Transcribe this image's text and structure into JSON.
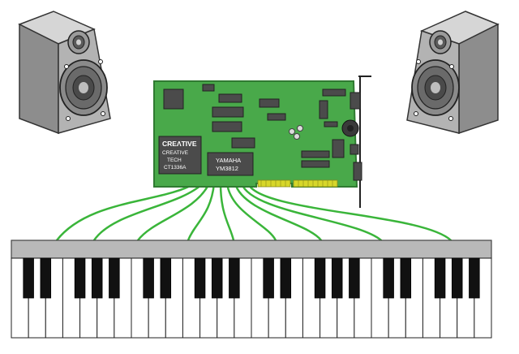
{
  "sound_card": {
    "creative_chip": {
      "brand": "CREΛTIVE",
      "line1": "CREATIVE",
      "line2": "TECH",
      "line3": "CT1336A"
    },
    "yamaha_chip": {
      "line1": "YAMAHA",
      "line2": "YM3812"
    }
  },
  "colors": {
    "card": "#49a94a",
    "card_edge": "#2f7a31",
    "chip": "#4b4b4b",
    "wire": "#3ab53a",
    "gold_contacts": "#d7d72a",
    "speaker_front": "#b3b3b3",
    "speaker_side": "#8d8d8d",
    "speaker_top": "#d6d6d6",
    "key_bar": "#b9b9b9"
  },
  "icons": [
    "left-speaker-icon",
    "right-speaker-icon",
    "sound-card-icon",
    "piano-keyboard-icon"
  ],
  "keyboard": {
    "white_keys": 28
  }
}
